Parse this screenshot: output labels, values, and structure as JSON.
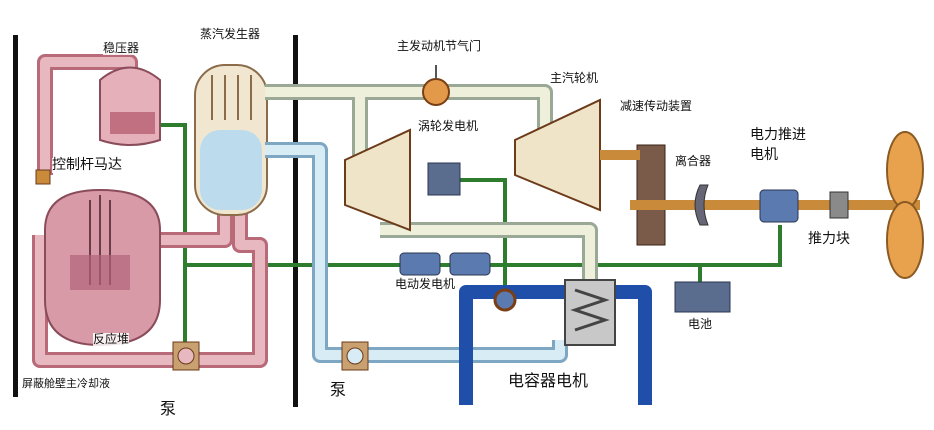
{
  "labels": {
    "pressurizer": "稳压器",
    "steam_generator": "蒸汽发生器",
    "main_throttle": "主发动机节气门",
    "main_turbine": "主汽轮机",
    "reduction_gear": "减速传动装置",
    "turbine_generator": "涡轮发电机",
    "control_rod_motor": "控制杆马达",
    "clutch": "离合器",
    "propulsion_motor_1": "电力推进",
    "propulsion_motor_2": "电机",
    "thrust_block": "推力块",
    "motor_generator": "电动发电机",
    "battery": "电池",
    "reactor": "反应堆",
    "pump_primary": "泵",
    "pump_secondary": "泵",
    "shield_bulkhead": "屏蔽舱壁主冷却液",
    "condenser": "电容器电机"
  },
  "colors": {
    "primary_loop": "#d9a0a8",
    "steam_loop": "#d8ecf6",
    "condensate_water": "#1f4fa8",
    "electric_line": "#2e7d2e",
    "shaft": "#c98a3a",
    "propeller": "#e8a24e",
    "bulkhead": "#111111"
  }
}
